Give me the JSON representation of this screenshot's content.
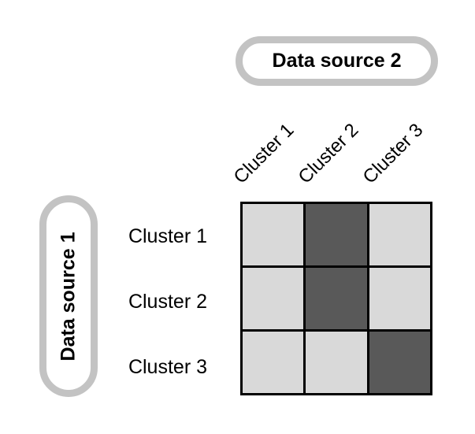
{
  "pills": {
    "top": {
      "label": "Data source 2"
    },
    "left": {
      "label": "Data source 1"
    }
  },
  "columns": [
    "Cluster 1",
    "Cluster 2",
    "Cluster 3"
  ],
  "rows": [
    "Cluster 1",
    "Cluster 2",
    "Cluster 3"
  ],
  "matrix": {
    "description": "3x3 correspondence grid; 1 = dark highlighted cell, 0 = light cell",
    "cells": [
      [
        0,
        1,
        0
      ],
      [
        0,
        1,
        0
      ],
      [
        0,
        0,
        1
      ]
    ],
    "cell_colors": {
      "0": "#d9d9d9",
      "1": "#595959"
    }
  },
  "colors": {
    "background": "#ffffff",
    "pill_border": "#c3c3c3",
    "grid_line": "#000000",
    "text": "#000000"
  }
}
